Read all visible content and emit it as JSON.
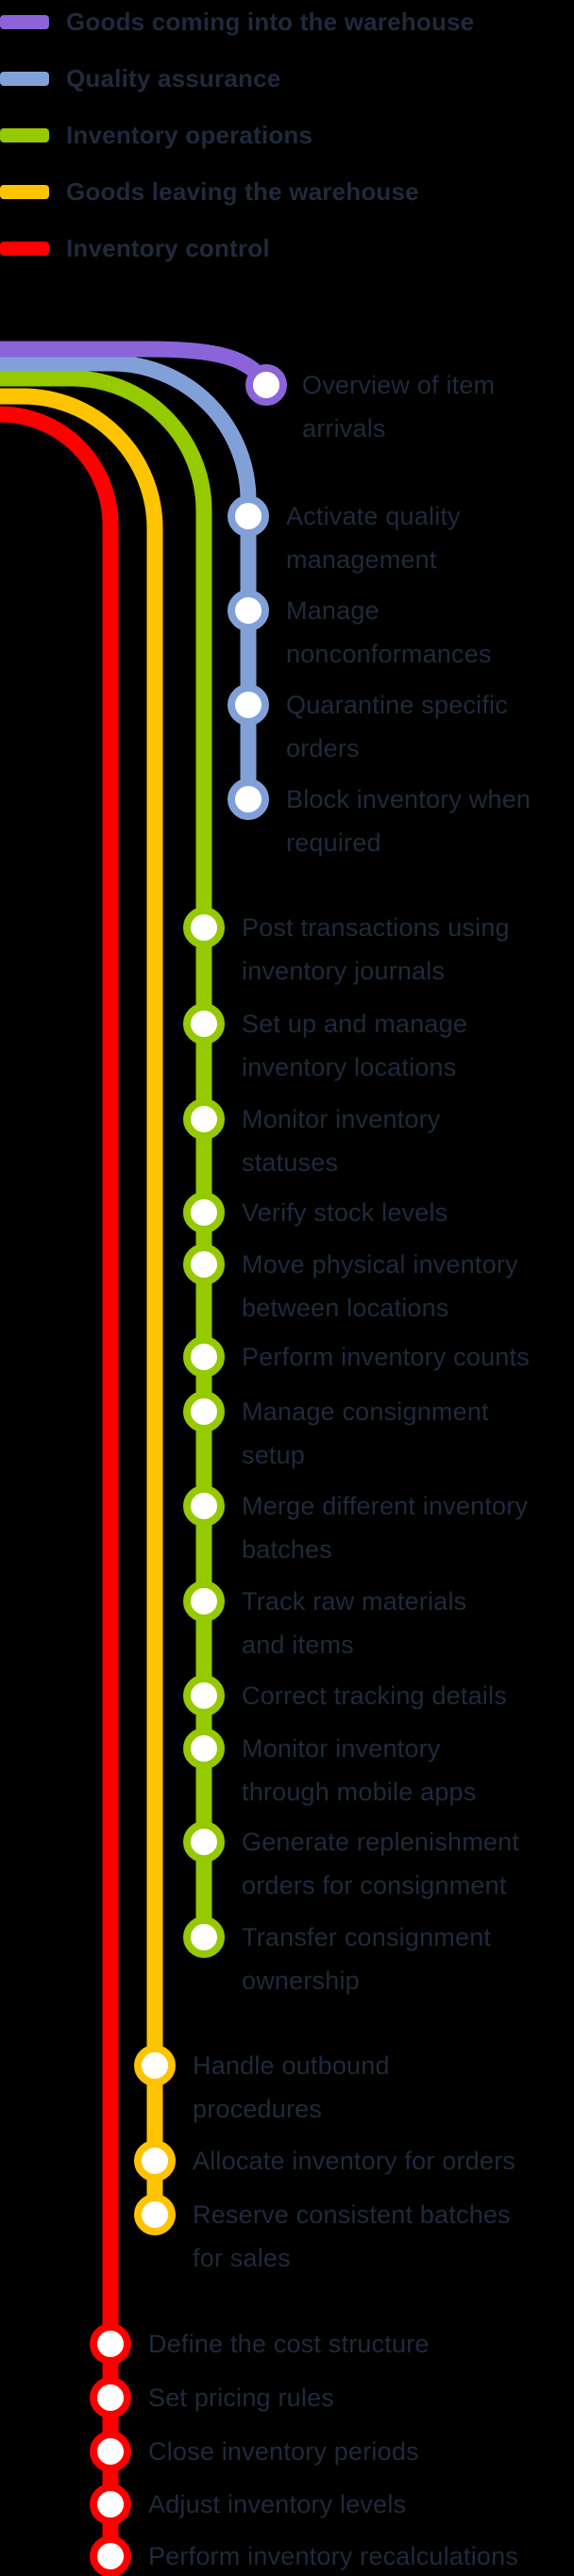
{
  "background": "#000000",
  "text_color": "#1F2A3C",
  "lines": [
    {
      "id": "incoming",
      "name": "Goods coming into the warehouse",
      "color": "#8B64DA",
      "stations": [
        {
          "label": "Overview of item\narrivals"
        }
      ]
    },
    {
      "id": "quality",
      "name": "Quality assurance",
      "color": "#82A0D8",
      "stations": [
        {
          "label": "Activate quality\nmanagement"
        },
        {
          "label": "Manage\nnonconformances"
        },
        {
          "label": "Quarantine specific\norders"
        },
        {
          "label": "Block inventory when\nrequired"
        }
      ]
    },
    {
      "id": "operations",
      "name": "Inventory operations",
      "color": "#95C900",
      "stations": [
        {
          "label": "Post transactions using\ninventory journals"
        },
        {
          "label": "Set up and manage\ninventory locations"
        },
        {
          "label": "Monitor inventory\nstatuses"
        },
        {
          "label": "Verify stock levels"
        },
        {
          "label": "Move physical inventory\nbetween locations"
        },
        {
          "label": "Perform inventory counts"
        },
        {
          "label": "Manage consignment\nsetup"
        },
        {
          "label": "Merge different inventory\nbatches"
        },
        {
          "label": "Track raw materials\nand items"
        },
        {
          "label": "Correct tracking details"
        },
        {
          "label": "Monitor inventory\nthrough mobile apps"
        },
        {
          "label": "Generate replenishment\norders for consignment"
        },
        {
          "label": "Transfer consignment\nownership"
        }
      ]
    },
    {
      "id": "outgoing",
      "name": "Goods leaving the warehouse",
      "color": "#FFC400",
      "stations": [
        {
          "label": "Handle outbound\nprocedures"
        },
        {
          "label": "Allocate inventory for orders"
        },
        {
          "label": "Reserve consistent batches\nfor sales"
        }
      ]
    },
    {
      "id": "control",
      "name": "Inventory control",
      "color": "#FF0000",
      "stations": [
        {
          "label": "Define the cost structure"
        },
        {
          "label": "Set pricing rules"
        },
        {
          "label": "Close inventory periods"
        },
        {
          "label": "Adjust inventory levels"
        },
        {
          "label": "Perform inventory recalculations"
        }
      ]
    }
  ]
}
